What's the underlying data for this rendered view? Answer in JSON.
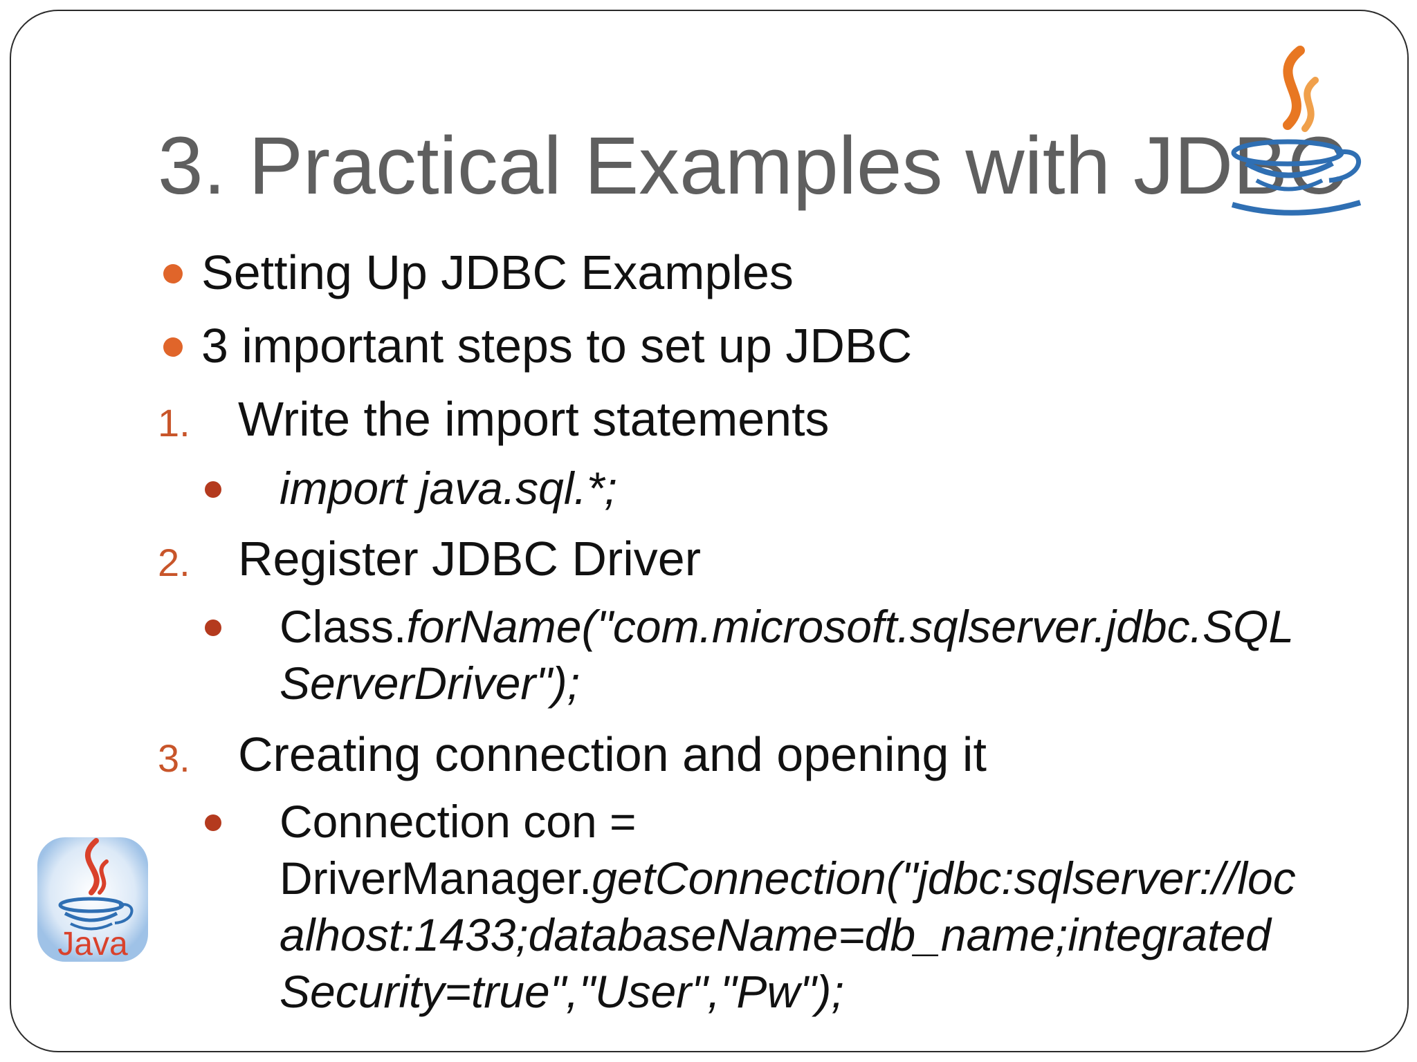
{
  "slide": {
    "title": "3. Practical Examples with JDBC",
    "items": [
      {
        "text": "Setting Up JDBC Examples"
      },
      {
        "text": "3 important steps to set up JDBC"
      }
    ],
    "steps": [
      {
        "number": "1.",
        "text": "Write the import statements",
        "detail_lines": [
          "import java.sql.*;"
        ]
      },
      {
        "number": "2.",
        "text": "Register JDBC Driver",
        "detail_prefix": "Class.",
        "detail_lines": [
          "forName(\"com.microsoft.sqlserver.jdbc.SQL",
          "ServerDriver\");"
        ]
      },
      {
        "number": "3.",
        "text": "Creating connection and opening it",
        "detail_lines": [
          "Connection con =",
          "DriverManager.",
          "getConnection(\"jdbc:sqlserver://loc",
          "alhost:1433;databaseName=db_name;integrated",
          "Security=true\",\"User\",\"Pw\");"
        ]
      }
    ],
    "logo_text": "Java",
    "colors": {
      "title": "#5f5f5f",
      "bullet": "#e0652a",
      "sub_bullet": "#b43a1e",
      "number": "#c8552a",
      "logo_orange": "#e87722",
      "logo_blue": "#2f6fb3"
    },
    "icons": [
      "java-logo-icon",
      "java-logo-icon"
    ]
  }
}
